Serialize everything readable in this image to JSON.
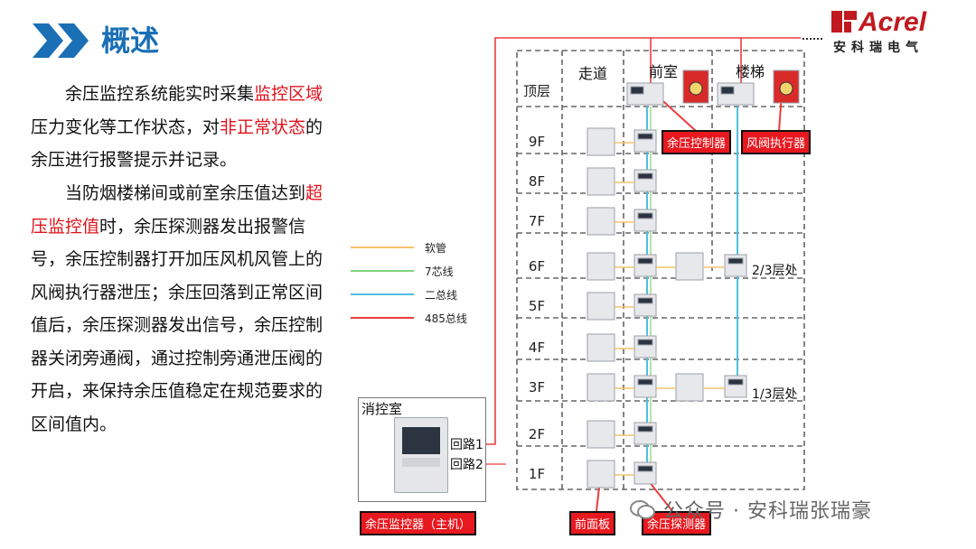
{
  "header": {
    "title": "概述",
    "logo_word": "Acrel",
    "logo_cn": "安科瑞电气"
  },
  "text": {
    "p1": [
      {
        "t": "余压监控系统能实时采集",
        "hl": false
      },
      {
        "t": "监控区域",
        "hl": true
      },
      {
        "t": "压力变化等工作状态，对",
        "hl": false
      },
      {
        "t": "非正常状态",
        "hl": true
      },
      {
        "t": "的余压进行报警提示并记录。",
        "hl": false
      }
    ],
    "p2": [
      {
        "t": "当防烟楼梯间或前室余压值达到",
        "hl": false
      },
      {
        "t": "超压监控值",
        "hl": true
      },
      {
        "t": "时，余压探测器发出报警信号，余压控制器打开加压风机风管上的风阀执行器泄压；余压回落到正常区间值后，余压探测器发出信号，余压控制器关闭旁通阀，通过控制旁通泄压阀的开启，来保持余压值稳定在规范要求的区间值内。",
        "hl": false
      }
    ]
  },
  "legend": [
    {
      "label": "软管",
      "color": "#f5c36b"
    },
    {
      "label": "7芯线",
      "color": "#7fd47a"
    },
    {
      "label": "二总线",
      "color": "#4fbfe0"
    },
    {
      "label": "485总线",
      "color": "#ef3b3b"
    }
  ],
  "diagram": {
    "columns": [
      "走道",
      "前室",
      "楼梯"
    ],
    "floors": [
      "顶层",
      "9F",
      "8F",
      "7F",
      "6F",
      "5F",
      "4F",
      "3F",
      "2F",
      "1F"
    ],
    "control_room": "消控室",
    "loops": [
      "回路1",
      "回路2"
    ],
    "notes": [
      "2/3层处",
      "1/3层处"
    ],
    "tags": {
      "controller": "余压控制器",
      "actuator": "风阀执行器",
      "host": "余压监控器（主机）",
      "panel": "前面板",
      "detector": "余压探测器"
    }
  },
  "watermark": "公众号 · 安科瑞张瑞豪",
  "colors": {
    "accent_blue": "#1a6fb5",
    "highlight_red": "#e0131c",
    "brand_red": "#c0191f"
  }
}
